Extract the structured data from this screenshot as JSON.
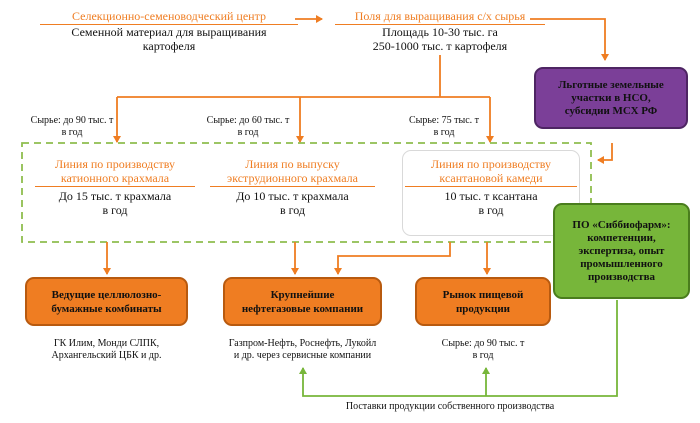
{
  "top": {
    "center_title": "Селекционно-семеноводческий центр",
    "center_desc_1": "Семенной материал для выращивания",
    "center_desc_2": "картофеля",
    "fields_title": "Поля для выращивания с/х сырья",
    "fields_desc_1": "Площадь 10-30 тыс. га",
    "fields_desc_2": "250-1000 тыс. т картофеля"
  },
  "support": {
    "line_1": "Льготные земельные",
    "line_2": "участки в НСО,",
    "line_3": "субсидии МСХ РФ"
  },
  "raw": [
    {
      "line_1": "Сырье: до 90 тыс. т",
      "line_2": "в год"
    },
    {
      "line_1": "Сырье: до 60 тыс. т",
      "line_2": "в год"
    },
    {
      "line_1": "Сырье: 75 тыс. т",
      "line_2": "в год"
    }
  ],
  "lines": [
    {
      "title_1": "Линия по производству",
      "title_2": "катионного крахмала",
      "output": "До 15 тыс. т крахмала",
      "output_2": "в год"
    },
    {
      "title_1": "Линия по выпуску",
      "title_2": "экструдионного крахмала",
      "output": "До 10 тыс. т крахмала",
      "output_2": "в год"
    },
    {
      "title_1": "Линия по производству",
      "title_2": "ксантановой камеди",
      "output": "10 тыс. т ксантана",
      "output_2": "в год"
    }
  ],
  "sibbiopharm": {
    "line_1": "ПО «Сиббиофарм»:",
    "line_2": "компетенции,",
    "line_3": "экспертиза, опыт",
    "line_4": "промышленного",
    "line_5": "производства"
  },
  "markets": [
    {
      "line_1": "Ведущие целлюлозно-",
      "line_2": "бумажные комбинаты",
      "note_1": "ГК Илим, Монди СЛПК,",
      "note_2": "Архангельский ЦБК и др."
    },
    {
      "line_1": "Крупнейшие",
      "line_2": "нефтегазовые компании",
      "note_1": "Газпром-Нефть, Роснефть, Лукойл",
      "note_2": "и др. через сервисные компании"
    },
    {
      "line_1": "Рынок пищевой",
      "line_2": "продукции",
      "note_1": "Сырье: до 90 тыс. т",
      "note_2": "в год"
    }
  ],
  "supply_label": "Поставки продукции собственного производства",
  "colors": {
    "orange": "#ef7d22",
    "purple": "#7b3f98",
    "green": "#77b63a"
  }
}
